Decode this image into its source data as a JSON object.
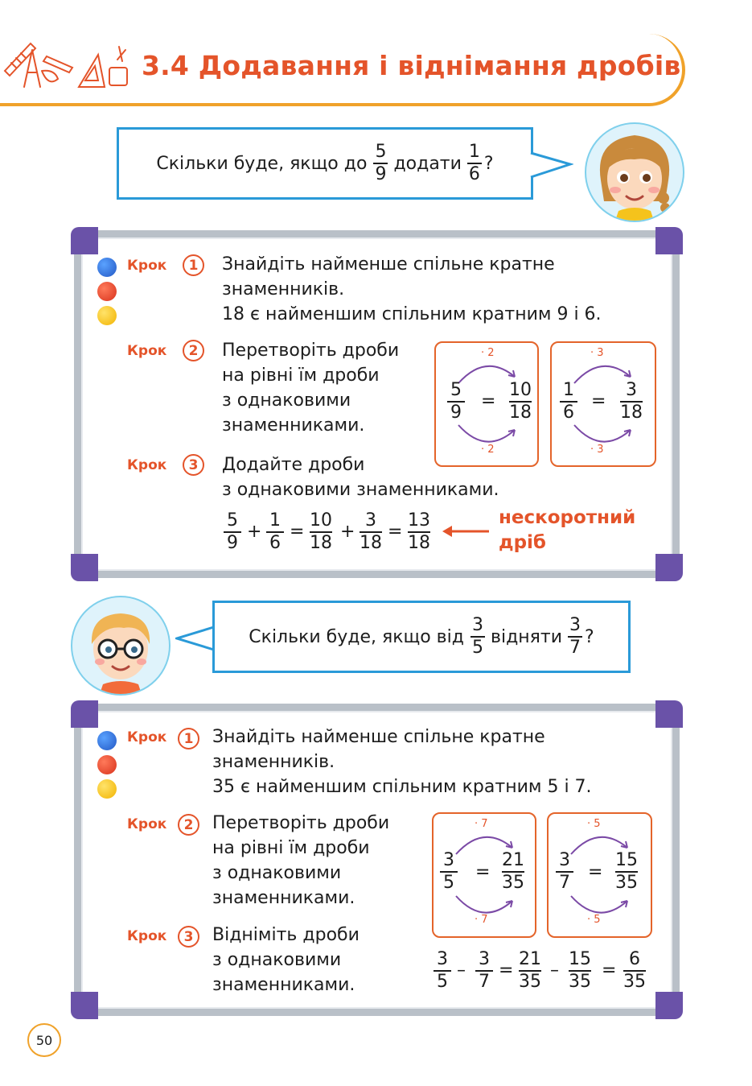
{
  "header": {
    "title": "3.4 Додавання і віднімання дробів"
  },
  "section1": {
    "question": {
      "prefix": "Скільки буде, якщо до",
      "frac1_n": "5",
      "frac1_d": "9",
      "middle": "додати",
      "frac2_n": "1",
      "frac2_d": "6",
      "suffix": "?"
    },
    "step_word": "Крок",
    "step1": {
      "num": "1",
      "line1": "Знайдіть найменше спільне кратне",
      "line2": "знаменників.",
      "line3": "18 є найменшим спільним кратним 9 і 6."
    },
    "step2": {
      "num": "2",
      "lines": [
        "Перетворіть дроби",
        "на рівні їм дроби",
        "з однаковими",
        "знаменниками."
      ]
    },
    "box1": {
      "mult": "· 2",
      "a_n": "5",
      "a_d": "9",
      "eq": "=",
      "b_n": "10",
      "b_d": "18"
    },
    "box2": {
      "mult": "· 3",
      "a_n": "1",
      "a_d": "6",
      "eq": "=",
      "b_n": "3",
      "b_d": "18"
    },
    "step3": {
      "num": "3",
      "line1": "Додайте дроби",
      "line2": "з однаковими знаменниками."
    },
    "equation": {
      "f1_n": "5",
      "f1_d": "9",
      "op1": "+",
      "f2_n": "1",
      "f2_d": "6",
      "eq1": "=",
      "f3_n": "10",
      "f3_d": "18",
      "op2": "+",
      "f4_n": "3",
      "f4_d": "18",
      "eq2": "=",
      "f5_n": "13",
      "f5_d": "18"
    },
    "note": {
      "line1": "нескоротний",
      "line2": "дріб"
    }
  },
  "section2": {
    "question": {
      "prefix": "Скільки буде, якщо від",
      "frac1_n": "3",
      "frac1_d": "5",
      "middle": "відняти",
      "frac2_n": "3",
      "frac2_d": "7",
      "suffix": "?"
    },
    "step_word": "Крок",
    "step1": {
      "num": "1",
      "line1": "Знайдіть найменше спільне кратне",
      "line2": "знаменників.",
      "line3": "35 є найменшим спільним кратним 5 і 7."
    },
    "step2": {
      "num": "2",
      "lines": [
        "Перетворіть дроби",
        "на рівні їм дроби",
        "з однаковими",
        "знаменниками."
      ]
    },
    "box1": {
      "mult": "· 7",
      "a_n": "3",
      "a_d": "5",
      "eq": "=",
      "b_n": "21",
      "b_d": "35"
    },
    "box2": {
      "mult": "· 5",
      "a_n": "3",
      "a_d": "7",
      "eq": "=",
      "b_n": "15",
      "b_d": "35"
    },
    "step3": {
      "num": "3",
      "lines": [
        "Відніміть дроби",
        "з однаковими",
        "знаменниками."
      ]
    },
    "equation": {
      "f1_n": "3",
      "f1_d": "5",
      "op1": "–",
      "f2_n": "3",
      "f2_d": "7",
      "eq1": "=",
      "f3_n": "21",
      "f3_d": "35",
      "op2": "–",
      "f4_n": "15",
      "f4_d": "35",
      "eq2": "=",
      "f5_n": "6",
      "f5_d": "35"
    }
  },
  "footer": {
    "page_number": "50"
  },
  "colors": {
    "accent": "#e4542a",
    "header_border": "#f0a22a",
    "bubble_border": "#2a9ad8",
    "frame_corner": "#6a52a8"
  }
}
